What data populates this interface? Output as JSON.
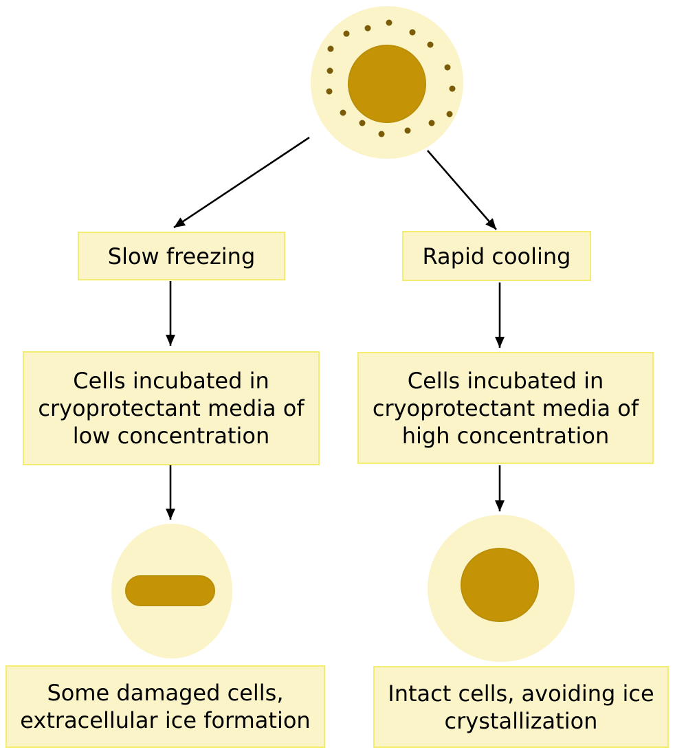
{
  "diagram": {
    "type": "flowchart",
    "subject": "cell-cryopreservation",
    "colors": {
      "background": "#FFFFFF",
      "cell_fill": "#FBF4C9",
      "box_fill": "#FBF4C8",
      "box_border": "#F2ED6E",
      "nucleus_fill": "#C49406",
      "nucleus_stroke": "#BB8E08",
      "granule_fill": "#7A5B08",
      "arrow": "#000000",
      "text": "#000000"
    },
    "root": {
      "name": "parent-cell",
      "description": "cell with round nucleus and ring of membrane granules",
      "granule_count": 16
    },
    "branches": [
      {
        "side": "left",
        "method": "Slow freezing",
        "treatment": "Cells incubated in\ncryoprotectant media of\nlow concentration",
        "result_icon": "damaged-cell-with-collapsed-bar-nucleus",
        "outcome": "Some damaged cells,\nextracellular ice formation"
      },
      {
        "side": "right",
        "method": "Rapid cooling",
        "treatment": "Cells incubated in\ncryoprotectant media of\nhigh concentration",
        "result_icon": "intact-cell-with-round-nucleus",
        "outcome": "Intact cells, avoiding ice\ncrystallization"
      }
    ]
  }
}
